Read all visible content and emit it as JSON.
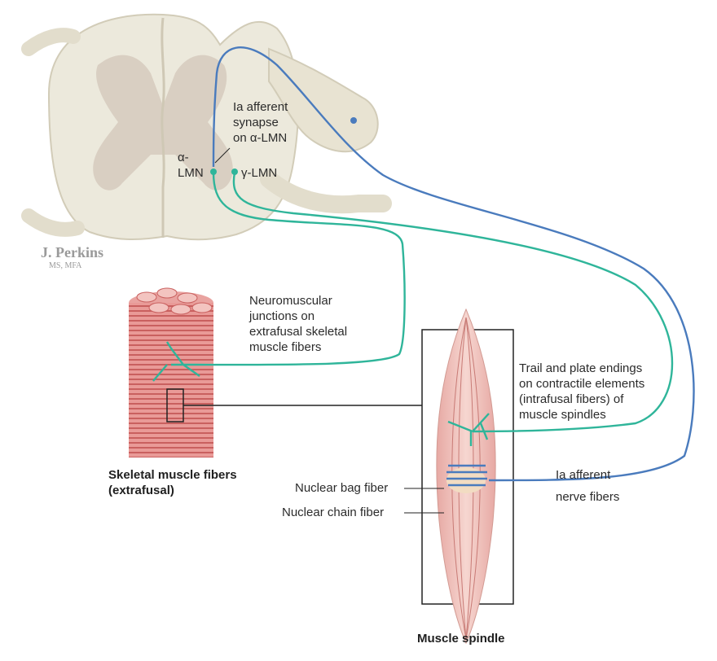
{
  "labels": {
    "ia_synapse": [
      "Ia afferent",
      "synapse",
      "on α-LMN"
    ],
    "alpha_lmn": [
      "α-",
      "LMN"
    ],
    "gamma_lmn": "γ-LMN",
    "nmj": [
      "Neuromuscular",
      "junctions on",
      "extrafusal skeletal",
      "muscle fibers"
    ],
    "trail_plate": [
      "Trail and plate endings",
      "on contractile elements",
      "(intrafusal fibers) of",
      "muscle spindles"
    ],
    "ia_nerve": [
      "Ia afferent",
      "nerve fibers"
    ],
    "skeletal": [
      "Skeletal muscle fibers",
      "(extrafusal)"
    ],
    "bag_fiber": "Nuclear bag fiber",
    "chain_fiber": "Nuclear chain fiber",
    "spindle": "Muscle spindle"
  },
  "signature": {
    "name": "J. Perkins",
    "credentials": "MS, MFA"
  },
  "colors": {
    "afferent_blue": "#4a7bbd",
    "motor_teal": "#2fb59a",
    "cord_white": "#ece9dc",
    "cord_gray": "#d9cfc2",
    "muscle_red": "#d9797a",
    "spindle_pink": "#ecb7b3"
  }
}
